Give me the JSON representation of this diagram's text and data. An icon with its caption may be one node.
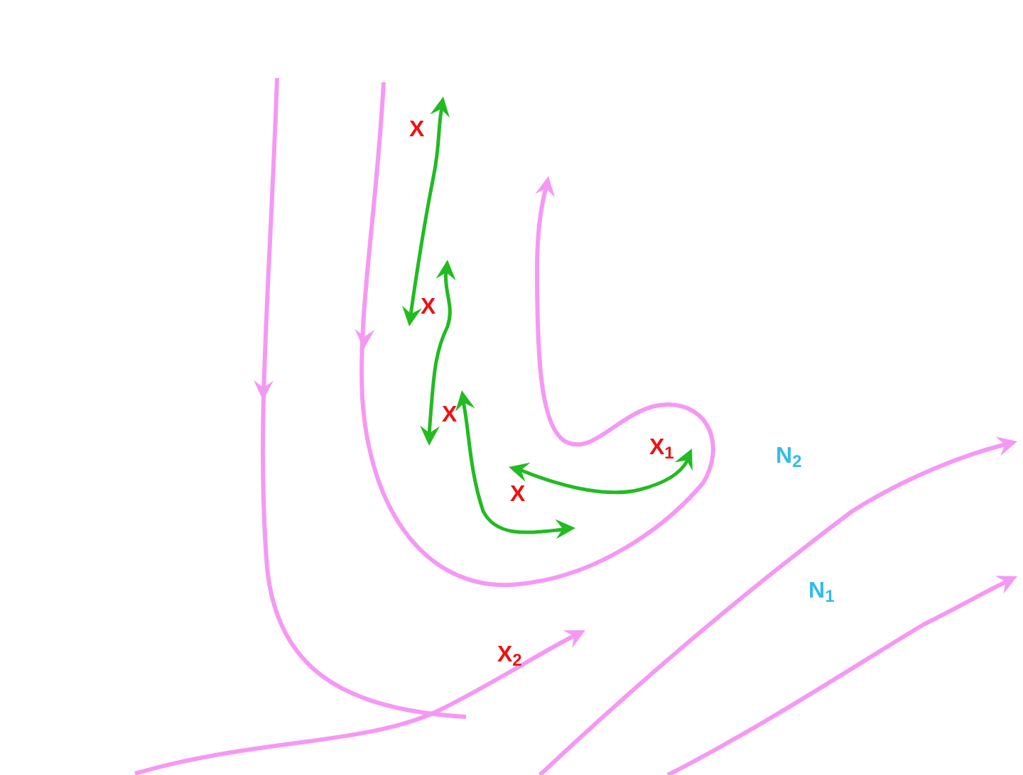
{
  "diagram": {
    "labels": [
      "X",
      "X",
      "X",
      "X$_{1}$",
      "N$_{2}$",
      "X",
      "N$_{1}$",
      "X$_{2}$"
    ]
  }
}
